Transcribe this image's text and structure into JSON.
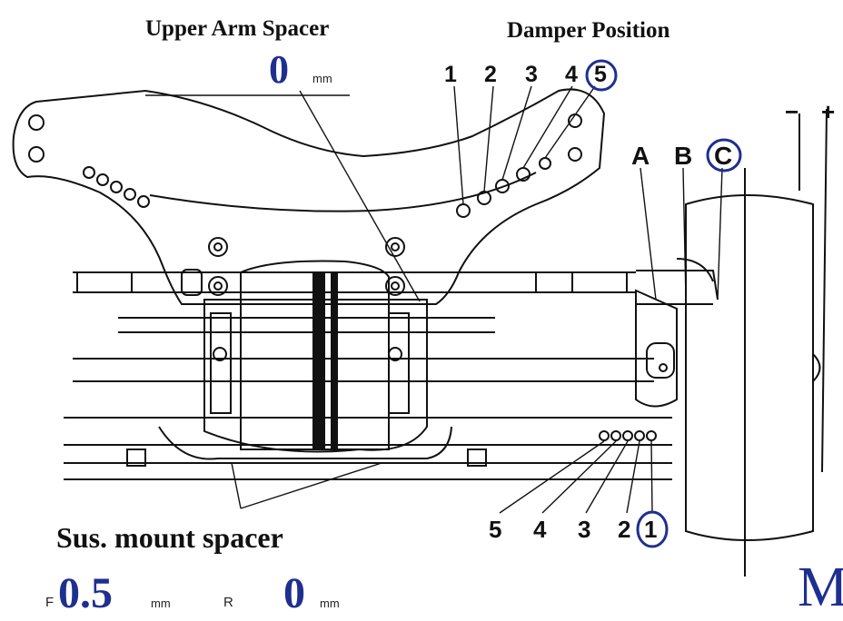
{
  "colors": {
    "ink": "#111111",
    "highlight": "#1f2f8f",
    "paper": "#ffffff"
  },
  "upper_arm": {
    "title": "Upper Arm Spacer",
    "value": "0",
    "unit": "mm"
  },
  "damper": {
    "title": "Damper Position",
    "upper_positions": [
      "1",
      "2",
      "3",
      "4",
      "5"
    ],
    "upper_selected": "5",
    "tower_positions": [
      "A",
      "B"
    ],
    "tower_selected": "C",
    "lower_positions": [
      "5",
      "4",
      "3",
      "2"
    ],
    "lower_selected": "1"
  },
  "camber": {
    "minus": "−",
    "plus": "+"
  },
  "sus_mount": {
    "title": "Sus. mount spacer",
    "front_label": "F",
    "front_value": "0.5",
    "front_unit": "mm",
    "rear_label": "R",
    "rear_value": "0",
    "rear_unit": "mm"
  },
  "corner_text": "M"
}
